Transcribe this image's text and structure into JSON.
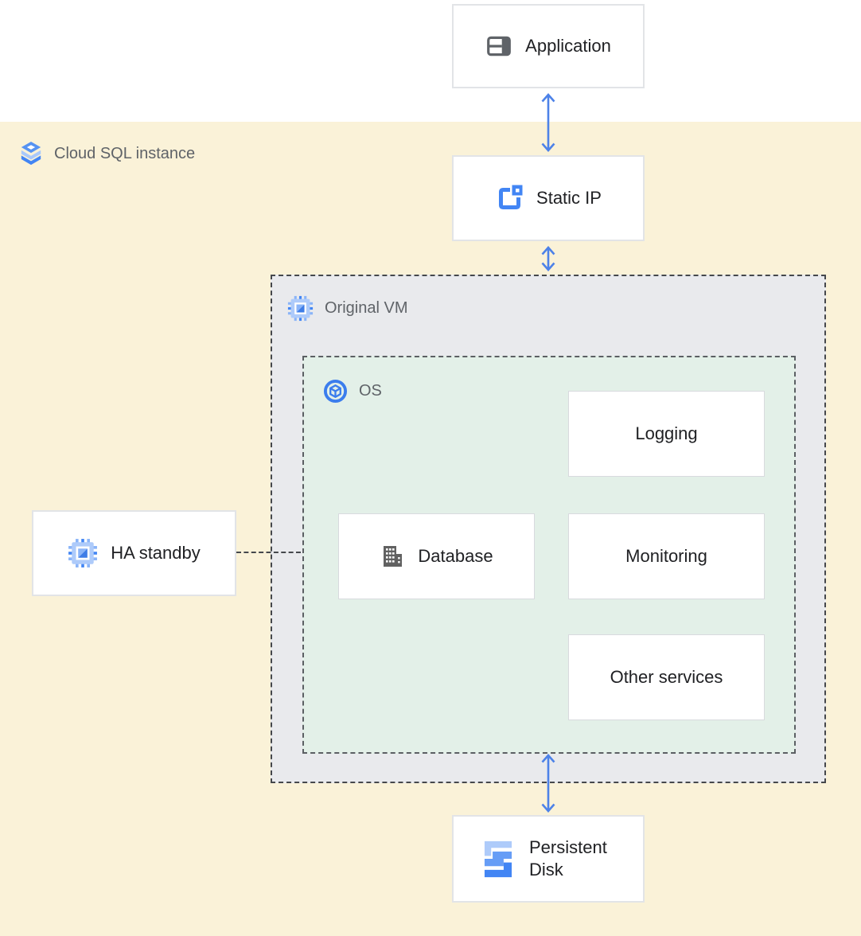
{
  "diagram": {
    "region_label": {
      "icon": "cloud-sql-icon",
      "text": "Cloud SQL instance"
    },
    "containers": {
      "original_vm": {
        "icon": "compute-engine-icon",
        "label": "Original VM"
      },
      "os": {
        "icon": "os-icon",
        "label": "OS"
      }
    },
    "nodes": {
      "application": {
        "icon": "application-window-icon",
        "label": "Application"
      },
      "static_ip": {
        "icon": "static-ip-icon",
        "label": "Static IP"
      },
      "ha_standby": {
        "icon": "compute-engine-icon",
        "label": "HA standby"
      },
      "database": {
        "icon": "database-building-icon",
        "label": "Database"
      },
      "logging": {
        "label": "Logging"
      },
      "monitoring": {
        "label": "Monitoring"
      },
      "other_services": {
        "label": "Other services"
      },
      "persistent_disk": {
        "icon": "persistent-disk-icon",
        "label": "Persistent Disk"
      }
    },
    "colors": {
      "region_bg": "#FAF2D8",
      "vm_container_bg": "#E9EAED",
      "os_container_bg": "#E3F0E8",
      "dashed_border": "#45484C",
      "node_border": "#DCDEE2",
      "arrow_blue": "#4D82E8",
      "google_blue": "#4285F4",
      "light_blue": "#AECBFA",
      "mid_blue": "#669DF6",
      "label_gray": "#5F6368",
      "text_dark": "#202124",
      "icon_gray": "#5F6368"
    }
  }
}
